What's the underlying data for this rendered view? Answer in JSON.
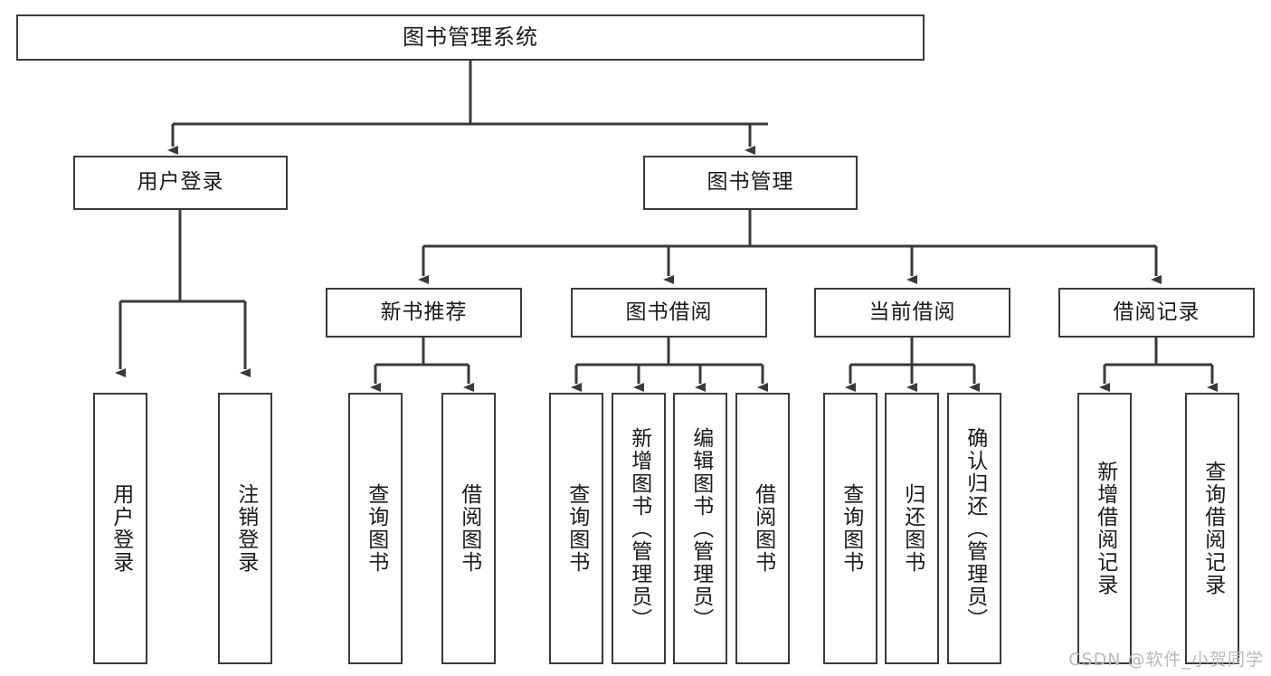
{
  "diagram": {
    "title": "图书管理系统",
    "type": "tree",
    "watermark": "CSDN @软件_小贺同学",
    "nodes": {
      "root": {
        "label": "图书管理系统",
        "level": 0
      },
      "user_login": {
        "label": "用户登录",
        "level": 1
      },
      "book_manage": {
        "label": "图书管理",
        "level": 1
      },
      "new_book_rec": {
        "label": "新书推荐",
        "level": 2
      },
      "book_borrow": {
        "label": "图书借阅",
        "level": 2
      },
      "current_borrow": {
        "label": "当前借阅",
        "level": 2
      },
      "borrow_record": {
        "label": "借阅记录",
        "level": 2
      },
      "leaf_user_login": {
        "label": "用户登录",
        "level": 2
      },
      "leaf_logout": {
        "label": "注销登录",
        "level": 2
      },
      "leaf_query_book_1": {
        "label": "查询图书",
        "level": 3
      },
      "leaf_borrow_book_1": {
        "label": "借阅图书",
        "level": 3
      },
      "leaf_query_book_2": {
        "label": "查询图书",
        "level": 3
      },
      "leaf_add_book": {
        "label": "新增图书（管理员）",
        "level": 3
      },
      "leaf_edit_book": {
        "label": "编辑图书（管理员）",
        "level": 3
      },
      "leaf_borrow_book_2": {
        "label": "借阅图书",
        "level": 3
      },
      "leaf_query_book_3": {
        "label": "查询图书",
        "level": 3
      },
      "leaf_return_book": {
        "label": "归还图书",
        "level": 3
      },
      "leaf_confirm_return": {
        "label": "确认归还（管理员）",
        "level": 3
      },
      "leaf_add_record": {
        "label": "新增借阅记录",
        "level": 3
      },
      "leaf_query_record": {
        "label": "查询借阅记录",
        "level": 3
      }
    },
    "edges": [
      {
        "from": "root",
        "to": "user_login"
      },
      {
        "from": "root",
        "to": "book_manage"
      },
      {
        "from": "user_login",
        "to": "leaf_user_login"
      },
      {
        "from": "user_login",
        "to": "leaf_logout"
      },
      {
        "from": "book_manage",
        "to": "new_book_rec"
      },
      {
        "from": "book_manage",
        "to": "book_borrow"
      },
      {
        "from": "book_manage",
        "to": "current_borrow"
      },
      {
        "from": "book_manage",
        "to": "borrow_record"
      },
      {
        "from": "new_book_rec",
        "to": "leaf_query_book_1"
      },
      {
        "from": "new_book_rec",
        "to": "leaf_borrow_book_1"
      },
      {
        "from": "book_borrow",
        "to": "leaf_query_book_2"
      },
      {
        "from": "book_borrow",
        "to": "leaf_add_book"
      },
      {
        "from": "book_borrow",
        "to": "leaf_edit_book"
      },
      {
        "from": "book_borrow",
        "to": "leaf_borrow_book_2"
      },
      {
        "from": "current_borrow",
        "to": "leaf_query_book_3"
      },
      {
        "from": "current_borrow",
        "to": "leaf_return_book"
      },
      {
        "from": "current_borrow",
        "to": "leaf_confirm_return"
      },
      {
        "from": "borrow_record",
        "to": "leaf_add_record"
      },
      {
        "from": "borrow_record",
        "to": "leaf_query_record"
      }
    ],
    "colors": {
      "stroke": "#3a3a3a",
      "fill": "#ffffff",
      "text": "#1a1a1a",
      "watermark": "#b9b9b9"
    }
  }
}
